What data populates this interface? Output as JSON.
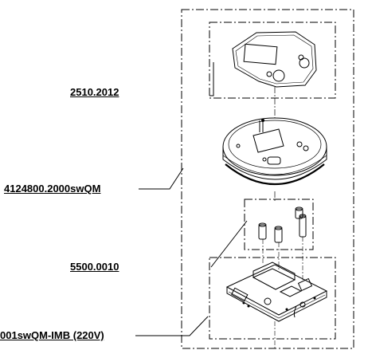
{
  "parts": [
    {
      "id": "gasket",
      "label": "2510.2012"
    },
    {
      "id": "housing",
      "label": "4124800.2000swQM"
    },
    {
      "id": "standoffs",
      "label": "5500.0010"
    },
    {
      "id": "pcb",
      "label": "001swQM-IMB (220V)"
    }
  ]
}
